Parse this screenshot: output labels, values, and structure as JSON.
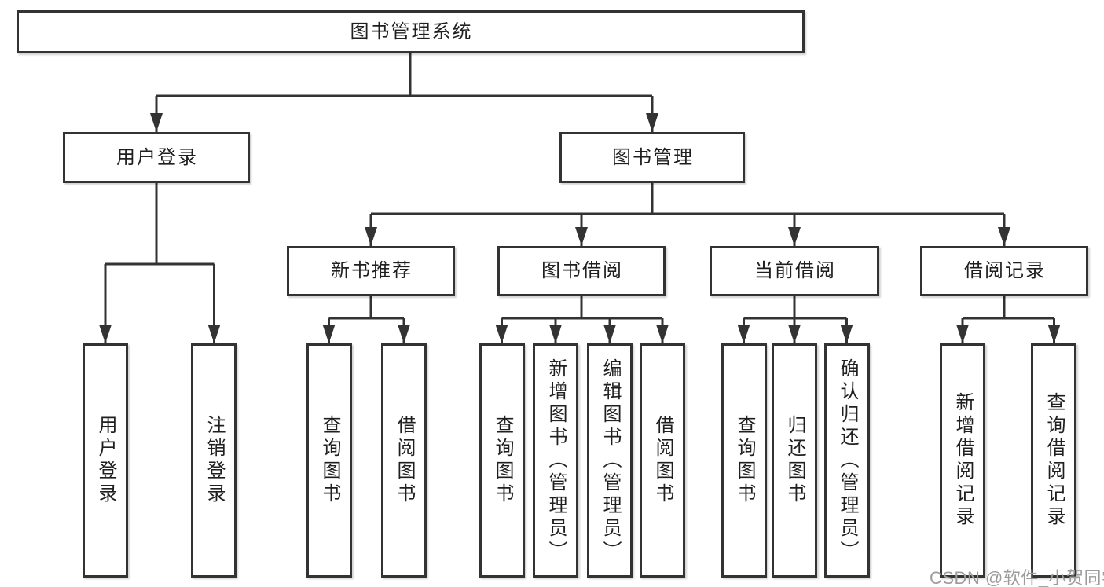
{
  "tree": {
    "root": {
      "label": "图书管理系统",
      "children": [
        {
          "label": "用户登录",
          "children": [
            {
              "label": "用户登录"
            },
            {
              "label": "注销登录"
            }
          ]
        },
        {
          "label": "图书管理",
          "children": [
            {
              "label": "新书推荐",
              "children": [
                {
                  "label": "查询图书"
                },
                {
                  "label": "借阅图书"
                }
              ]
            },
            {
              "label": "图书借阅",
              "children": [
                {
                  "label": "查询图书"
                },
                {
                  "label": "新增图书（管理员）"
                },
                {
                  "label": "编辑图书（管理员）"
                },
                {
                  "label": "借阅图书"
                }
              ]
            },
            {
              "label": "当前借阅",
              "children": [
                {
                  "label": "查询图书"
                },
                {
                  "label": "归还图书"
                },
                {
                  "label": "确认归还（管理员）"
                }
              ]
            },
            {
              "label": "借阅记录",
              "children": [
                {
                  "label": "新增借阅记录"
                },
                {
                  "label": "查询借阅记录"
                }
              ]
            }
          ]
        }
      ]
    }
  },
  "watermark": {
    "text": "CSDN @软件_小贺同学"
  },
  "colors": {
    "line": "#333333",
    "box_border": "#333333",
    "text": "#1f1f1f",
    "watermark": "#9c9c9c",
    "background": "#ffffff"
  }
}
